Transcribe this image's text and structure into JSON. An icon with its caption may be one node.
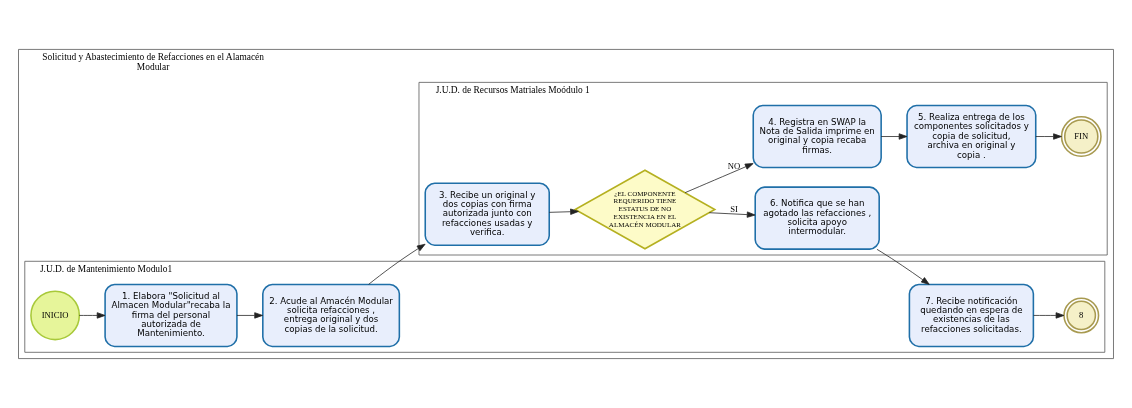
{
  "diagram": {
    "nodes": [
      {
        "text": [
          "Solicitud y Abastecimiento de Refacciones en el Alamacén Modular"
        ]
      },
      {
        "text": [
          "J.U.D. de Mantenimiento Modulo1"
        ],
        "in": 0
      },
      {
        "text": [
          "INICIO"
        ],
        "in": 1
      },
      {
        "text": [
          "1. Elabora \"Solicitud al Almacen Modular\"recaba la firma del personal autorizada de Mantenimiento."
        ],
        "in": 1
      },
      {
        "text": [
          "2. Acude al Amacén Modular solicita refacciones , entrega original y dos copias de la solicitud."
        ],
        "in": 1
      },
      {
        "text": [
          "7. Recibe notificación quedando en espera de existencias de las refacciones solicitadas."
        ],
        "in": 1
      },
      {
        "text": [
          "8"
        ],
        "in": 1
      },
      {
        "text": [
          "J.U.D. de Recursos Matriales Moódulo 1"
        ],
        "in": 0
      },
      {
        "text": [
          "3. Recibe un original y dos copias con firma autorizada junto con refacciones usadas y verifica."
        ],
        "in": 7
      },
      {
        "text": [
          "¿EL COMPONENTE REQUERIDO TIENE ESTATUS DE NO EXISTENCIA EN EL ALMACÉN MODULAR"
        ],
        "in": 7
      },
      {
        "text": [
          "6. Notifica que se han agotado las refacciones , solicita apoyo intermodular."
        ],
        "in": 7
      },
      {
        "text": [
          "4. Registra en SWAP la Nota de Salida imprime en original y copia recaba firmas."
        ],
        "in": 7
      },
      {
        "text": [
          "5. Realiza entrega de los componentes solicitados y copia de solicitud, archiva en original y copia ."
        ],
        "in": 7
      },
      {
        "text": [
          "FIN"
        ],
        "in": 7
      }
    ],
    "edges": [
      {
        "from": 2,
        "to": 3,
        "arrow": "to"
      },
      {
        "from": 3,
        "to": 4,
        "arrow": "to"
      },
      {
        "from": 4,
        "to": 8,
        "arrow": "to"
      },
      {
        "from": 8,
        "to": 9,
        "arrow": "to"
      },
      {
        "from": 9,
        "to": 10,
        "arrow": "to",
        "label": "SI"
      },
      {
        "from": 9,
        "to": 11,
        "arrow": "to",
        "label": "NO"
      },
      {
        "from": 10,
        "to": 5,
        "arrow": "to"
      },
      {
        "from": 5,
        "to": 6,
        "arrow": "to"
      },
      {
        "from": 11,
        "to": 12,
        "arrow": "to"
      },
      {
        "from": 12,
        "to": 13,
        "arrow": "to"
      }
    ]
  }
}
